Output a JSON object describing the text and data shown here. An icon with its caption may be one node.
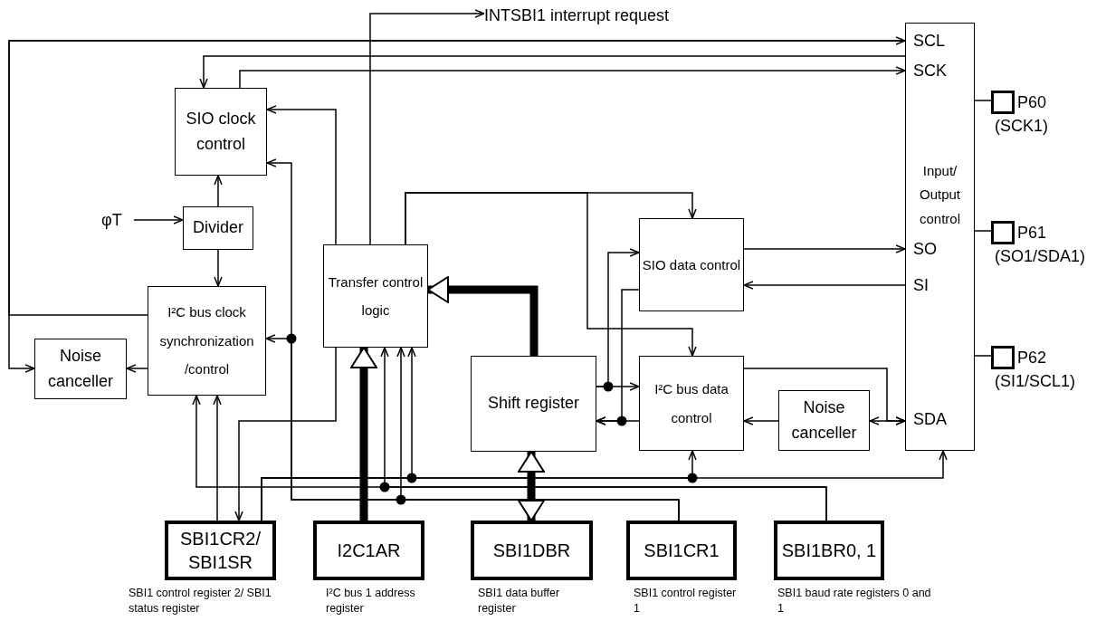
{
  "diagram": {
    "nodes": [
      {
        "text": [
          "SIO clock control"
        ]
      },
      {
        "text": [
          "Divider"
        ]
      },
      {
        "text": [
          "I²C bus clock synchronization /control"
        ]
      },
      {
        "text": [
          "Noise canceller"
        ]
      },
      {
        "text": [
          "Transfer control logic"
        ]
      },
      {
        "text": [
          "SIO data control"
        ]
      },
      {
        "text": [
          "Shift register"
        ]
      },
      {
        "text": [
          "I²C bus data control"
        ]
      },
      {
        "text": [
          "Noise canceller"
        ]
      },
      {
        "text": [
          "SCL",
          "SCK",
          "Input/ Output control",
          "SO",
          "SI",
          "SDA"
        ]
      },
      {
        "text": [
          "P60",
          "(SCK1)"
        ]
      },
      {
        "text": [
          "P61",
          "(SO1/SDA1)"
        ]
      },
      {
        "text": [
          "P62",
          "(SI1/SCL1)"
        ]
      },
      {
        "text": [
          "SBI1CR2/ SBI1SR"
        ],
        "beside": [
          "SBI1 control register 2/ SBI1 status register"
        ]
      },
      {
        "text": [
          "I2C1AR"
        ],
        "beside": [
          "I²C bus 1 address register"
        ]
      },
      {
        "text": [
          "SBI1DBR"
        ],
        "beside": [
          "SBI1 data buffer register"
        ]
      },
      {
        "text": [
          "SBI1CR1"
        ],
        "beside": [
          "SBI1 control register 1"
        ]
      },
      {
        "text": [
          "SBI1BR0, 1"
        ],
        "beside": [
          "SBI1 baud rate registers 0 and 1"
        ]
      },
      {
        "text": [
          "φT"
        ]
      },
      {
        "text": [
          "INTSBI1 interrupt request"
        ]
      }
    ],
    "edges": [
      {
        "from": 2,
        "to": 9,
        "arrow": "to"
      },
      {
        "from": 9,
        "to": 3,
        "arrow": "to"
      },
      {
        "from": 2,
        "to": 3,
        "arrow": "to"
      },
      {
        "from": 9,
        "to": 0,
        "arrow": "to"
      },
      {
        "from": 0,
        "to": 9,
        "arrow": "to"
      },
      {
        "from": 4,
        "to": 0,
        "arrow": "to"
      },
      {
        "from": 18,
        "to": 1,
        "arrow": "to"
      },
      {
        "from": 1,
        "to": 0,
        "arrow": "to"
      },
      {
        "from": 1,
        "to": 2,
        "arrow": "to"
      },
      {
        "from": 4,
        "to": 19,
        "arrow": "to"
      },
      {
        "from": 4,
        "to": 5,
        "arrow": "to"
      },
      {
        "from": 4,
        "to": 7,
        "arrow": "to"
      },
      {
        "from": 4,
        "to": 13,
        "arrow": "to"
      },
      {
        "from": 14,
        "to": 4,
        "arrow": "to",
        "style": "thick"
      },
      {
        "from": 6,
        "to": 4,
        "arrow": "to",
        "style": "thick"
      },
      {
        "from": 15,
        "to": 6,
        "arrow": "both",
        "style": "thick"
      },
      {
        "from": 6,
        "to": 7,
        "arrow": "to"
      },
      {
        "from": 6,
        "to": 5,
        "arrow": "to"
      },
      {
        "from": 7,
        "to": 6,
        "arrow": "to"
      },
      {
        "from": 5,
        "to": 6,
        "arrow": "to"
      },
      {
        "from": 5,
        "to": 9,
        "arrow": "to"
      },
      {
        "from": 9,
        "to": 5,
        "arrow": "to"
      },
      {
        "from": 7,
        "to": 9,
        "arrow": "to"
      },
      {
        "from": 8,
        "to": 9,
        "arrow": "both"
      },
      {
        "from": 8,
        "to": 7,
        "arrow": "to"
      },
      {
        "from": 9,
        "to": 10,
        "arrow": "none"
      },
      {
        "from": 9,
        "to": 11,
        "arrow": "none"
      },
      {
        "from": 9,
        "to": 12,
        "arrow": "none"
      },
      {
        "from": 13,
        "to": 2,
        "arrow": "to"
      },
      {
        "from": 13,
        "to": 4,
        "arrow": "to"
      },
      {
        "from": 13,
        "to": 7,
        "arrow": "to"
      },
      {
        "from": 13,
        "to": 9,
        "arrow": "to"
      },
      {
        "from": 17,
        "to": 2,
        "arrow": "to"
      },
      {
        "from": 17,
        "to": 4,
        "arrow": "to"
      },
      {
        "from": 16,
        "to": 0,
        "arrow": "to"
      },
      {
        "from": 16,
        "to": 2,
        "arrow": "to"
      },
      {
        "from": 16,
        "to": 4,
        "arrow": "to"
      }
    ]
  }
}
